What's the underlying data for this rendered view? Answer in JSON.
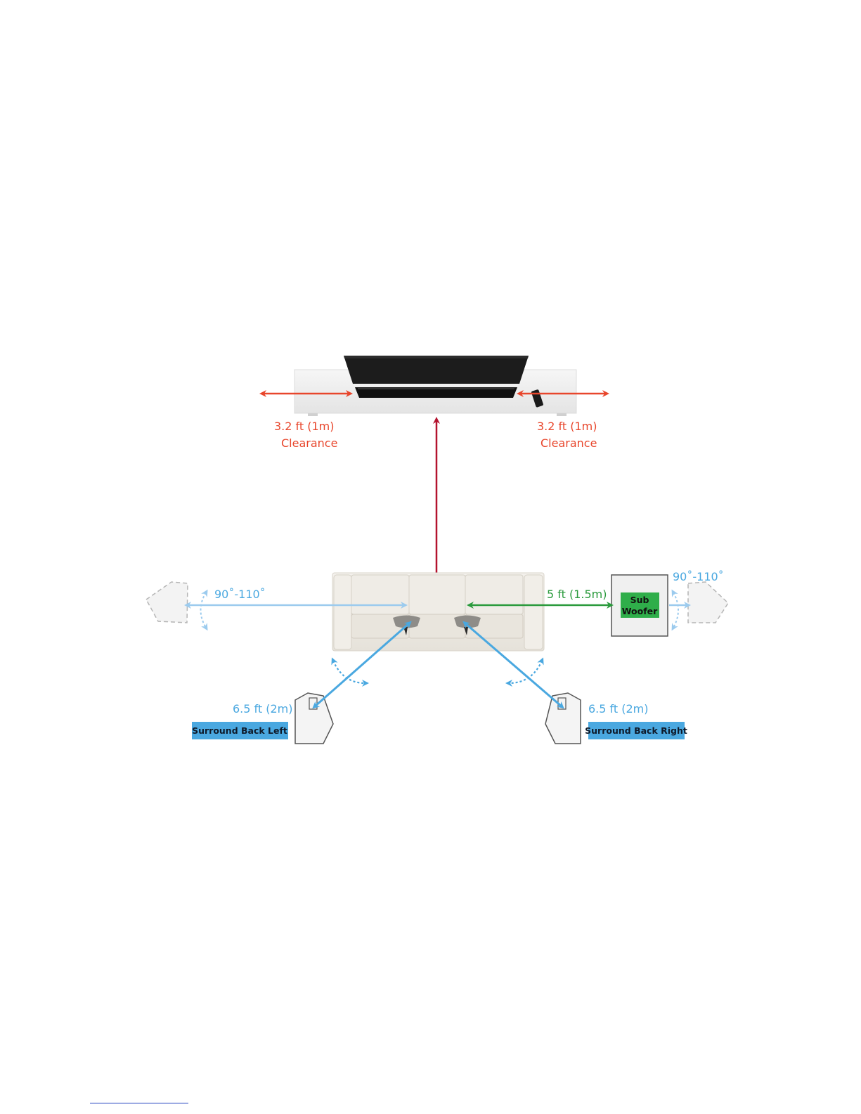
{
  "labels": {
    "clearance_left_dist": "3.2 ft (1m)",
    "clearance_left_word": "Clearance",
    "clearance_right_dist": "3.2 ft (1m)",
    "clearance_right_word": "Clearance",
    "angle_left": "90˚-110˚",
    "angle_right": "90˚-110˚",
    "sub_distance": "5 ft (1.5m)",
    "sub_line1": "Sub",
    "sub_line2": "Woofer",
    "back_left_distance": "6.5 ft (2m)",
    "back_right_distance": "6.5 ft (2m)",
    "back_left_tag": "Surround Back Left",
    "back_right_tag": "Surround Back Right"
  },
  "colors": {
    "clearance": "#e8462c",
    "center": "#b3122e",
    "surround": "#4aa8e0",
    "surround_light": "#9ccbee",
    "sub": "#2a9a3c",
    "sub_fill": "#2fae4a",
    "tag_fill": "#4aa8e0",
    "tv": "#1c1c1c",
    "stand": "#f1f1f1",
    "sofa": "#eeebe4"
  },
  "icons": [
    "tv-icon",
    "soundbar-icon",
    "remote-icon",
    "sofa-icon",
    "speaker-icon"
  ]
}
